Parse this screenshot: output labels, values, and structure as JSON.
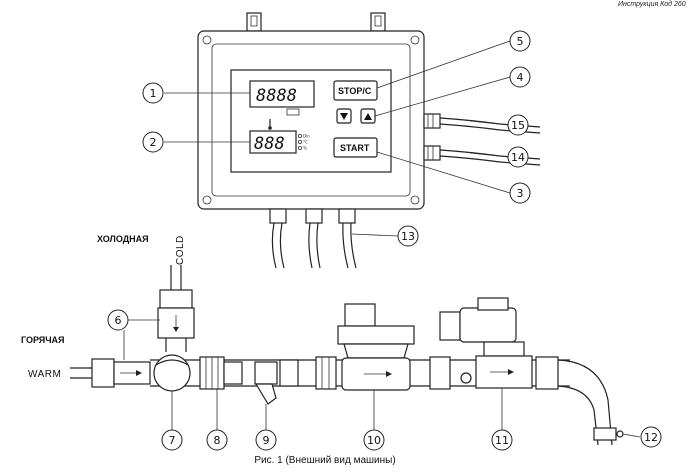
{
  "header": {
    "text": "Инструкция Код 260"
  },
  "labels": {
    "cold_ru": "ХОЛОДНАЯ",
    "hot_ru": "ГОРЯЧАЯ",
    "cold_en": "COLD",
    "warm_en": "WARM"
  },
  "panel": {
    "display1": "8888",
    "display2": "888",
    "stop_button": "STOP/C",
    "start_button": "START",
    "led1": "Din",
    "led2": "°C",
    "led3": "%"
  },
  "callouts": {
    "c1": "1",
    "c2": "2",
    "c3": "3",
    "c4": "4",
    "c5": "5",
    "c6": "6",
    "c7": "7",
    "c8": "8",
    "c9": "9",
    "c10": "10",
    "c11": "11",
    "c12": "12",
    "c13": "13",
    "c14": "14",
    "c15": "15"
  },
  "caption": "Рис. 1 (Внешний вид машины)"
}
